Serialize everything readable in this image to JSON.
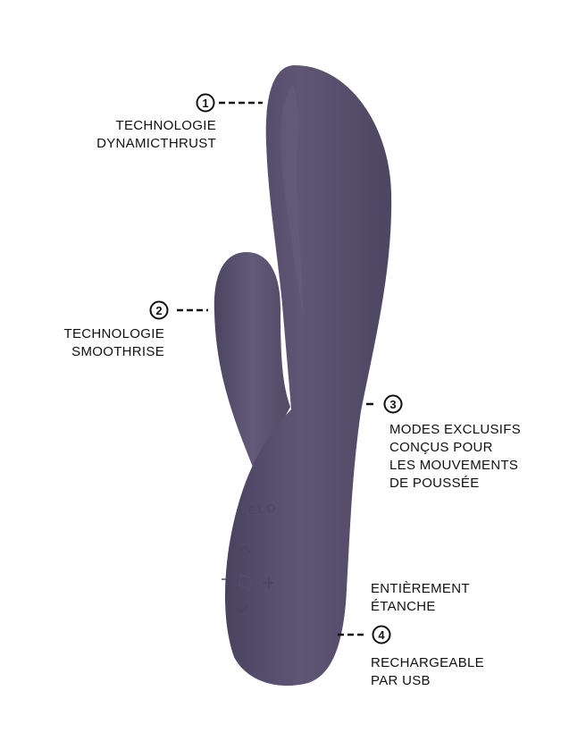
{
  "product": {
    "body_color": "#5d5470",
    "brand_mark": "LELO"
  },
  "features": [
    {
      "number": "1",
      "lines": [
        "TECHNOLOGIE",
        "DYNAMICTHRUST"
      ]
    },
    {
      "number": "2",
      "lines": [
        "TECHNOLOGIE",
        "SMOOTHRISE"
      ]
    },
    {
      "number": "3",
      "lines": [
        "MODES EXCLUSIFS",
        "CONÇUS POUR",
        "LES MOUVEMENTS",
        "DE POUSSÉE"
      ]
    },
    {
      "number": "4",
      "lines_above": [
        "ENTIÈREMENT",
        "ÉTANCHE"
      ],
      "lines_below": [
        "RECHARGEABLE",
        "PAR USB"
      ]
    }
  ],
  "controls": {
    "up_symbol": "^",
    "down_symbol": "v",
    "plus_symbol": "+",
    "minus_symbol": "–"
  }
}
